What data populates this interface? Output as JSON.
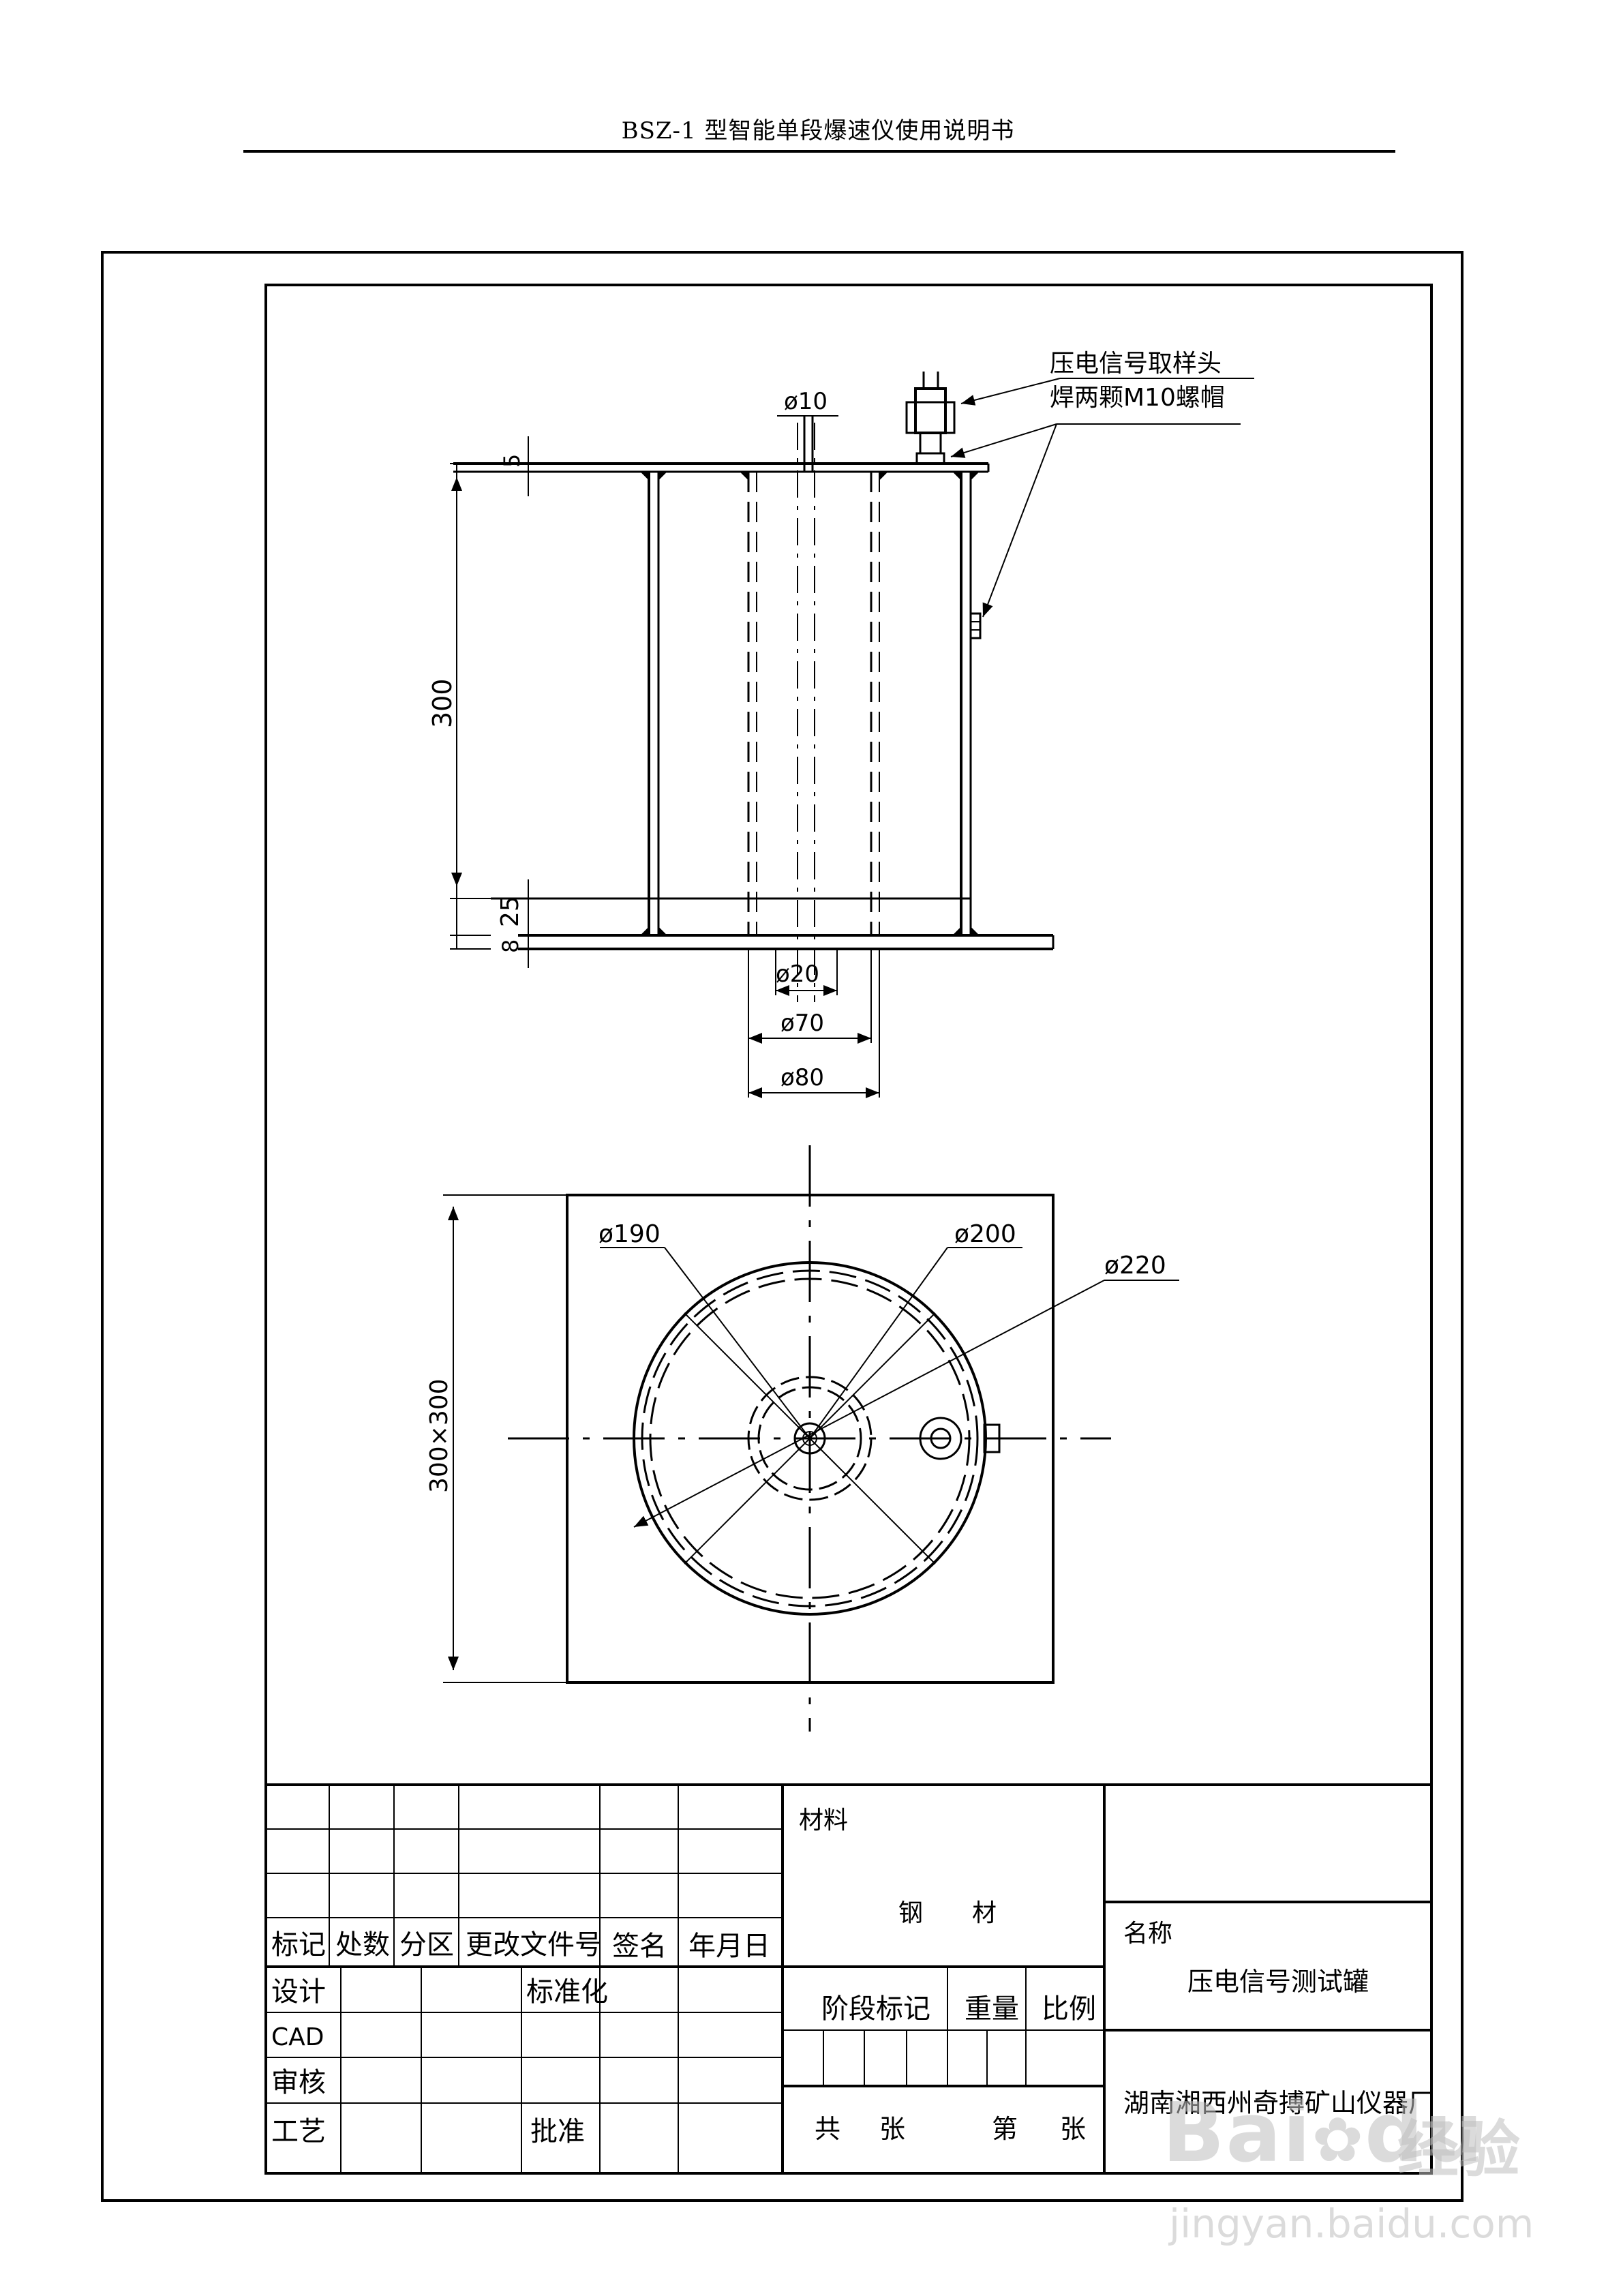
{
  "header": {
    "title": "BSZ-1 型智能单段爆速仪使用说明书"
  },
  "callouts": {
    "sensor_head": "压电信号取样头",
    "nuts": "焊两颗M10螺帽"
  },
  "front_view_dims": {
    "phi10": "ø10",
    "h5": "5",
    "h300": "300",
    "h25": "25",
    "h8": "8",
    "phi20": "ø20",
    "phi70": "ø70",
    "phi80": "ø80"
  },
  "top_view_dims": {
    "phi190": "ø190",
    "phi200": "ø200",
    "phi220": "ø220",
    "base": "300×300"
  },
  "title_block": {
    "rev_headers": [
      "标记",
      "处数",
      "分区",
      "更改文件号",
      "签名",
      "年月日"
    ],
    "material_label": "材料",
    "material_value": "钢　　材",
    "name_label": "名称",
    "name_value": "压电信号测试罐",
    "design": "设计",
    "standard": "标准化",
    "cad": "CAD",
    "review": "审核",
    "process": "工艺",
    "approve": "批准",
    "stage": "阶段标记",
    "weight": "重量",
    "scale": "比例",
    "total": "共",
    "sheets": "张",
    "sheet_no": "第",
    "sheet_unit": "张",
    "company": "湖南湘西州奇搏矿山仪器厂"
  },
  "watermark": {
    "brand": "Bai",
    "brand2": "du",
    "experience": "经验",
    "url": "jingyan.baidu.com"
  }
}
